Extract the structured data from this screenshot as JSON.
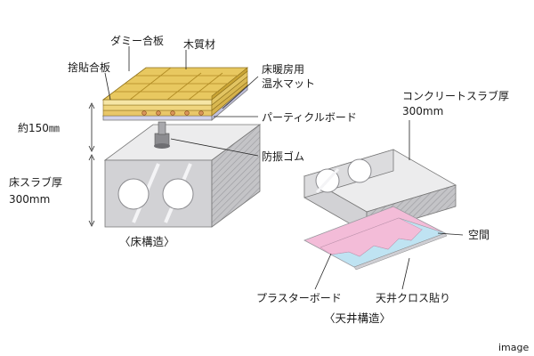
{
  "floor": {
    "caption": "〈床構造〉",
    "dimension_upper": "約150㎜",
    "labels": {
      "dummy_plywood": "ダミー合板",
      "wood_material": "木質材",
      "disposable_plywood": "捨貼合板",
      "floor_heating_line1": "床暖房用",
      "floor_heating_line2": "温水マット",
      "particle_board": "パーティクルボード",
      "anti_vibration_rubber": "防振ゴム",
      "slab_line1": "床スラブ厚",
      "slab_line2": "300mm"
    }
  },
  "ceiling": {
    "caption": "〈天井構造〉",
    "labels": {
      "concrete_slab_line1": "コンクリートスラブ厚",
      "concrete_slab_line2": "300mm",
      "air_gap": "空間",
      "plaster_board": "プラスターボード",
      "ceiling_cloth": "天井クロス貼り"
    }
  },
  "watermark": "image",
  "colors": {
    "wood": "#e8c860",
    "wood_dark": "#c9a435",
    "board": "#e6e6f6",
    "concrete_top": "#ededee",
    "concrete_front": "#d4d4d6",
    "concrete_side": "#bcbcbf",
    "pink_layer": "#f3bcd8",
    "blue_layer": "#bfe3f2",
    "pipe": "#d8945a"
  }
}
